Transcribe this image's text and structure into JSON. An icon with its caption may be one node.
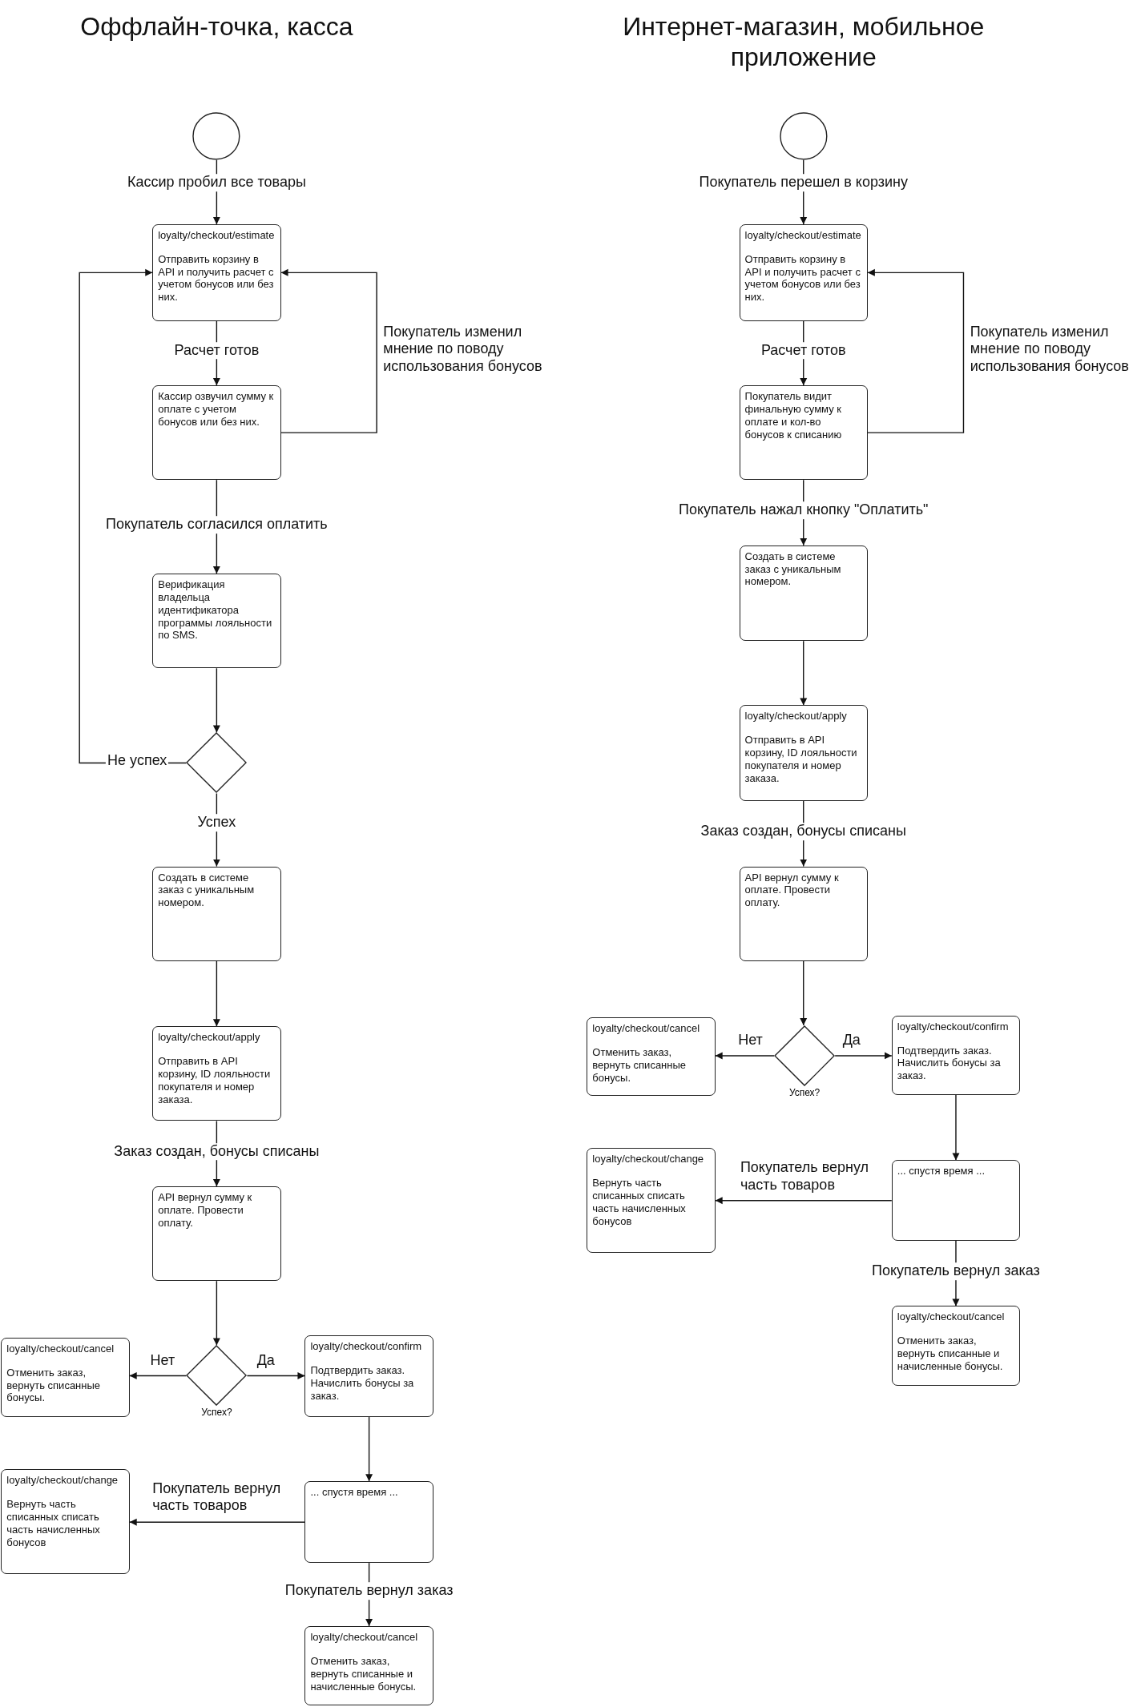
{
  "diagram": {
    "nodes": [
      {
        "text": [],
        "shape": "circle"
      },
      {
        "text": [
          "loyalty/checkout/estimate",
          "Отправить корзину в API и получить расчет с учетом бонусов или без них."
        ]
      },
      {
        "text": [
          "Кассир озвучил сумму к оплате с учетом бонусов или без них."
        ]
      },
      {
        "text": [
          "Верификация владельца идентификатора программы лояльности по SMS."
        ]
      },
      {
        "text": [],
        "shape": "diamond"
      },
      {
        "text": [
          "Создать в системе заказ с уникальным номером."
        ]
      },
      {
        "text": [
          "loyalty/checkout/apply",
          "Отправить в API корзину, ID лояльности покупателя и номер заказа."
        ]
      },
      {
        "text": [
          "API вернул сумму к оплате. Провести оплату."
        ]
      },
      {
        "text": [],
        "shape": "diamond",
        "beside": [
          "Успех?"
        ]
      },
      {
        "text": [
          "loyalty/checkout/cancel",
          "Отменить заказ, вернуть списанные бонусы."
        ]
      },
      {
        "text": [
          "loyalty/checkout/confirm",
          "Подтвердить заказ. Начислить бонусы за заказ."
        ]
      },
      {
        "text": [
          "loyalty/checkout/change",
          "Вернуть часть списанных списать часть начисленных бонусов"
        ]
      },
      {
        "text": [
          "... спустя время ..."
        ]
      },
      {
        "text": [
          "loyalty/checkout/cancel",
          "Отменить заказ, вернуть списанные и начисленные бонусы."
        ]
      },
      {
        "text": [],
        "shape": "circle"
      },
      {
        "text": [
          "loyalty/checkout/estimate",
          "Отправить корзину в API и получить расчет с учетом бонусов или без них."
        ]
      },
      {
        "text": [
          "Покупатель видит финальную сумму к оплате и кол-во бонусов к списанию"
        ]
      },
      {
        "text": [
          "Создать в системе заказ с уникальным номером."
        ]
      },
      {
        "text": [
          "loyalty/checkout/apply",
          "Отправить в API корзину, ID лояльности покупателя и номер заказа."
        ]
      },
      {
        "text": [
          "API вернул сумму к оплате. Провести оплату."
        ]
      },
      {
        "text": [],
        "shape": "diamond",
        "beside": [
          "Успех?"
        ]
      },
      {
        "text": [
          "loyalty/checkout/cancel",
          "Отменить заказ, вернуть списанные бонусы."
        ]
      },
      {
        "text": [
          "loyalty/checkout/confirm",
          "Подтвердить заказ. Начислить бонусы за заказ."
        ]
      },
      {
        "text": [
          "loyalty/checkout/change",
          "Вернуть часть списанных списать часть начисленных бонусов"
        ]
      },
      {
        "text": [
          "... спустя время ..."
        ]
      },
      {
        "text": [
          "loyalty/checkout/cancel",
          "Отменить заказ, вернуть списанные и начисленные бонусы."
        ]
      }
    ],
    "edges": [
      {
        "from": 0,
        "to": 1,
        "arrow": "to",
        "label": "Кассир пробил все товары"
      },
      {
        "from": 1,
        "to": 2,
        "arrow": "to",
        "label": "Расчет готов"
      },
      {
        "from": 2,
        "to": 1,
        "arrow": "to",
        "label": "Покупатель изменил мнение по поводу использования бонусов"
      },
      {
        "from": 2,
        "to": 3,
        "arrow": "to",
        "label": "Покупатель согласился оплатить"
      },
      {
        "from": 3,
        "to": 4,
        "arrow": "to"
      },
      {
        "from": 4,
        "to": 1,
        "arrow": "to",
        "label": "Не успех"
      },
      {
        "from": 4,
        "to": 5,
        "arrow": "to",
        "label": "Успех"
      },
      {
        "from": 5,
        "to": 6,
        "arrow": "to"
      },
      {
        "from": 6,
        "to": 7,
        "arrow": "to",
        "label": "Заказ создан, бонусы списаны"
      },
      {
        "from": 7,
        "to": 8,
        "arrow": "to"
      },
      {
        "from": 8,
        "to": 9,
        "arrow": "to",
        "label": "Нет"
      },
      {
        "from": 8,
        "to": 10,
        "arrow": "to",
        "label": "Да"
      },
      {
        "from": 10,
        "to": 12,
        "arrow": "to"
      },
      {
        "from": 12,
        "to": 11,
        "arrow": "to",
        "label": "Покупатель вернул часть товаров"
      },
      {
        "from": 12,
        "to": 13,
        "arrow": "to",
        "label": "Покупатель вернул заказ"
      },
      {
        "from": 14,
        "to": 15,
        "arrow": "to",
        "label": "Покупатель перешел в корзину"
      },
      {
        "from": 15,
        "to": 16,
        "arrow": "to",
        "label": "Расчет готов"
      },
      {
        "from": 16,
        "to": 15,
        "arrow": "to",
        "label": "Покупатель изменил мнение по поводу использования бонусов"
      },
      {
        "from": 16,
        "to": 17,
        "arrow": "to",
        "label": "Покупатель нажал кнопку \"Оплатить\""
      },
      {
        "from": 17,
        "to": 18,
        "arrow": "to"
      },
      {
        "from": 18,
        "to": 19,
        "arrow": "to",
        "label": "Заказ создан, бонусы списаны"
      },
      {
        "from": 19,
        "to": 20,
        "arrow": "to"
      },
      {
        "from": 20,
        "to": 21,
        "arrow": "to",
        "label": "Нет"
      },
      {
        "from": 20,
        "to": 22,
        "arrow": "to",
        "label": "Да"
      },
      {
        "from": 22,
        "to": 24,
        "arrow": "to"
      },
      {
        "from": 24,
        "to": 23,
        "arrow": "to",
        "label": "Покупатель вернул часть товаров"
      },
      {
        "from": 24,
        "to": 25,
        "arrow": "to",
        "label": "Покупатель вернул заказ"
      }
    ],
    "labels": [
      "Оффлайн-точка, касса",
      "Интернет-магазин, мобильное приложение"
    ]
  }
}
